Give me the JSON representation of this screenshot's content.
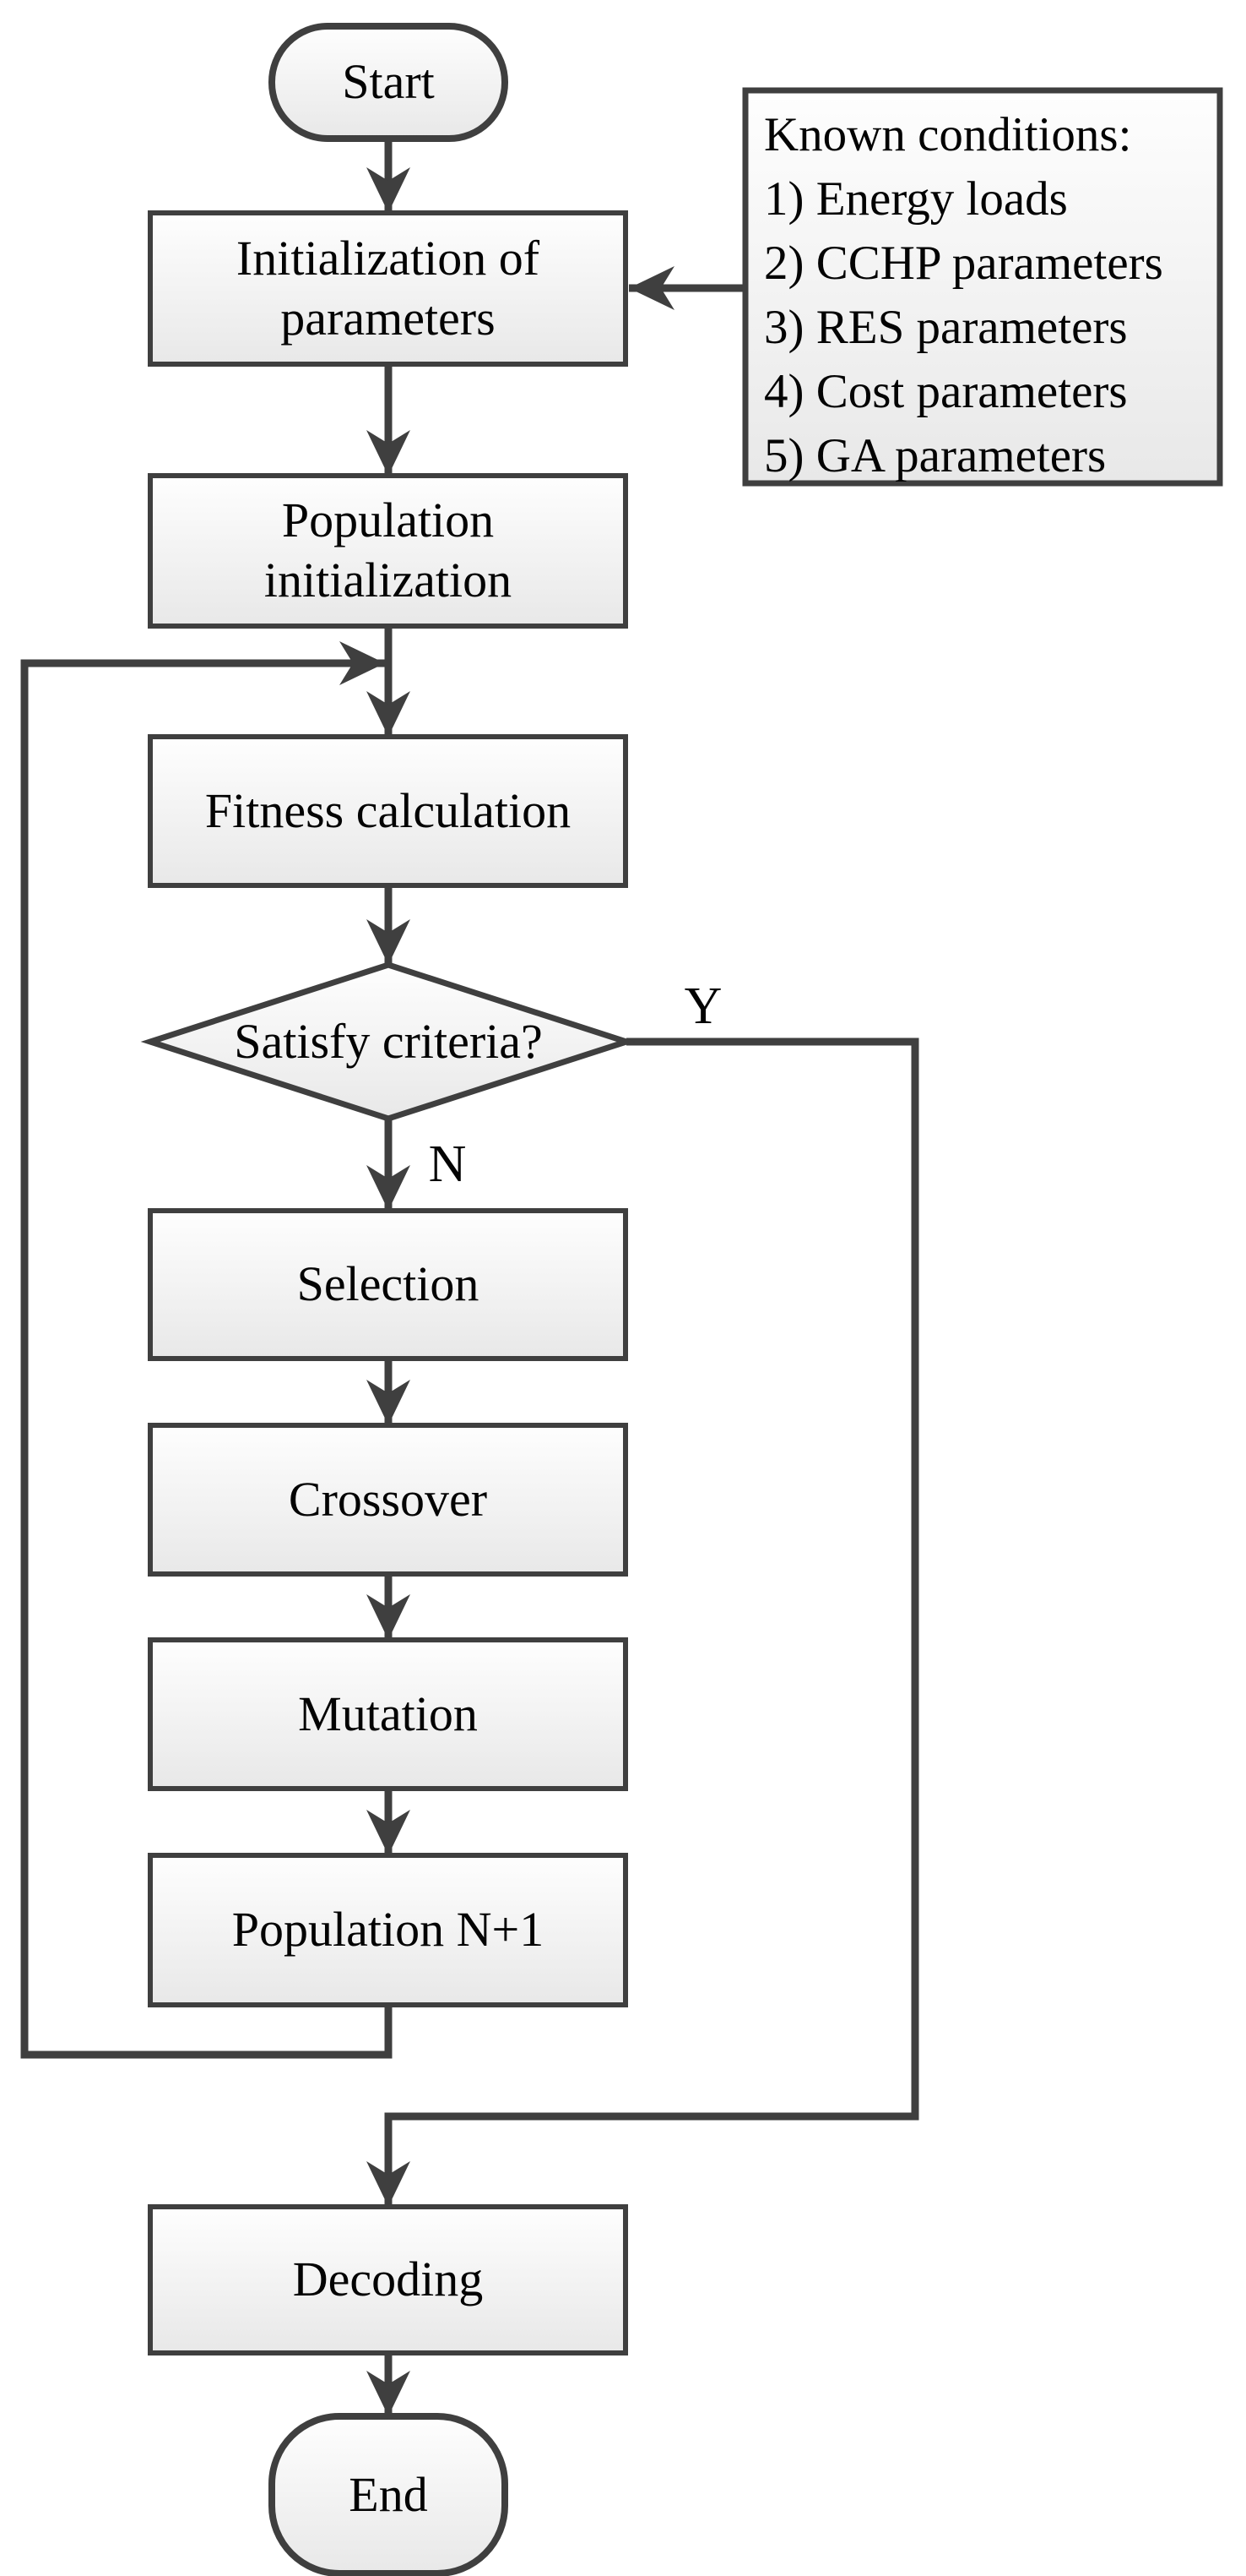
{
  "flowchart": {
    "nodes": {
      "start": {
        "label": "Start"
      },
      "init": {
        "label": "Initialization of\nparameters"
      },
      "conditions": {
        "lines": [
          "Known conditions:",
          "1) Energy loads",
          "2) CCHP parameters",
          "3) RES parameters",
          "4) Cost parameters",
          "5) GA parameters"
        ]
      },
      "population_init": {
        "label": "Population\ninitialization"
      },
      "fitness": {
        "label": "Fitness calculation"
      },
      "criteria": {
        "label": "Satisfy criteria?"
      },
      "selection": {
        "label": "Selection"
      },
      "crossover": {
        "label": "Crossover"
      },
      "mutation": {
        "label": "Mutation"
      },
      "population_next": {
        "label": "Population N+1"
      },
      "decoding": {
        "label": "Decoding"
      },
      "end": {
        "label": "End"
      }
    },
    "edge_labels": {
      "yes": "Y",
      "no": "N"
    },
    "colors": {
      "line": "#3f3f3f",
      "text": "#000000",
      "shape_fill_top": "#fefefe",
      "shape_fill_bottom": "#e8e8e8"
    }
  }
}
